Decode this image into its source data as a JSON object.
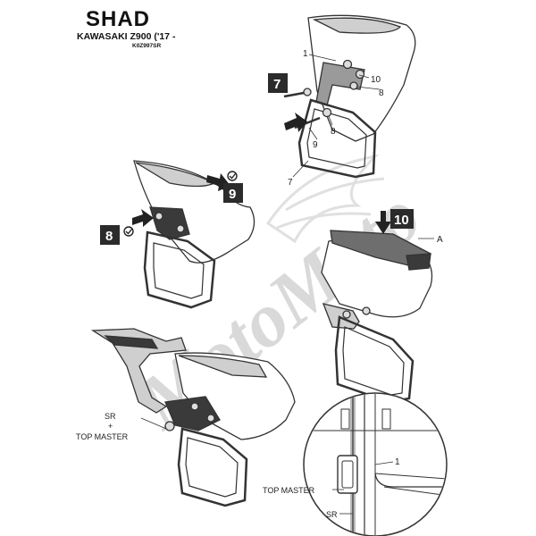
{
  "header": {
    "brand": "SHAD",
    "model": "KAWASAKI Z900 ('17 -",
    "code": "K0Z997SR"
  },
  "watermark": "MotoMoto",
  "steps": [
    {
      "number": "7"
    },
    {
      "number": "8"
    },
    {
      "number": "9"
    },
    {
      "number": "10"
    }
  ],
  "callouts": {
    "step7": {
      "part1": "1",
      "part10": "10",
      "part8_upper": "8",
      "part8_lower": "8",
      "part9": "9",
      "part7": "7"
    },
    "step10": {
      "partA": "A"
    },
    "detail": {
      "part1": "1"
    }
  },
  "labels": {
    "sr": "SR",
    "plus": "+",
    "top_master": "TOP MASTER",
    "detail_top_master": "TOP MASTER",
    "detail_sr": "SR"
  },
  "colors": {
    "step_box": "#2b2b2b",
    "line": "#333333",
    "part_fill": "#bdbdbd",
    "plate_fill": "#3a3a3a",
    "watermark": "#d9d9d9"
  }
}
